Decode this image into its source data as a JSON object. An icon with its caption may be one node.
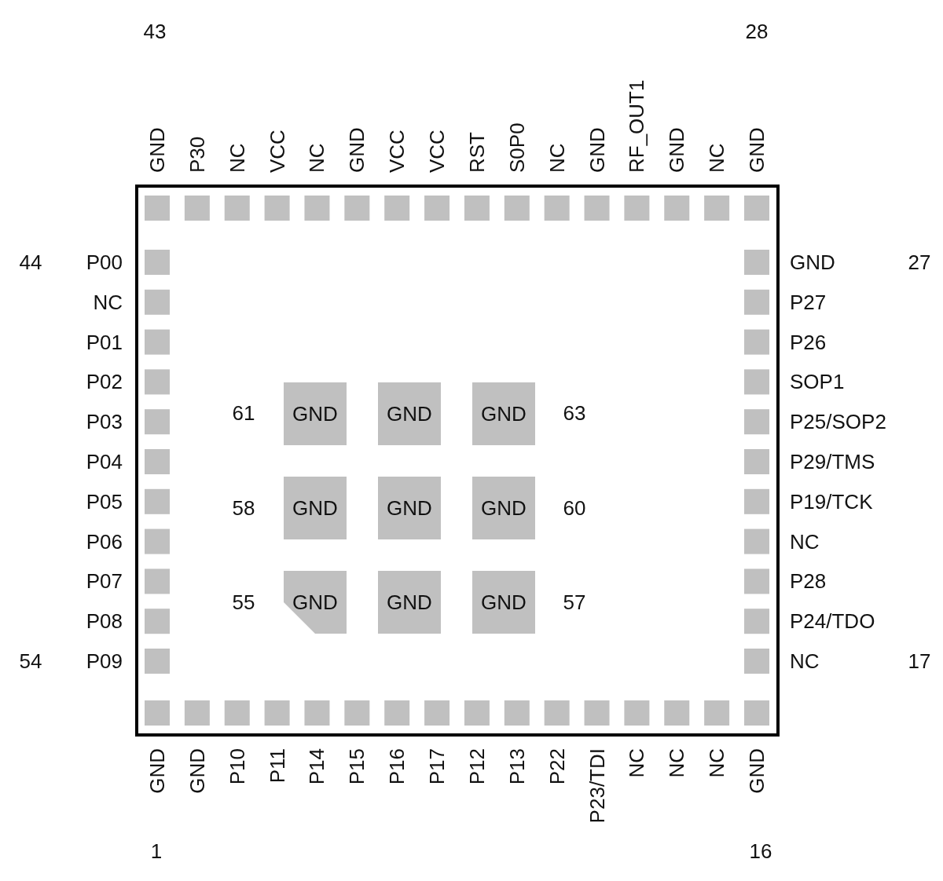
{
  "diagram": {
    "nodes": [
      {
        "text": [],
        "shape": "box"
      },
      {
        "text": [
          "GND"
        ],
        "in": 0
      },
      {
        "text": [
          "GND"
        ],
        "in": 0
      },
      {
        "text": [
          "GND"
        ],
        "in": 0
      },
      {
        "text": [
          "GND"
        ],
        "in": 0
      },
      {
        "text": [
          "GND"
        ],
        "in": 0
      },
      {
        "text": [
          "GND"
        ],
        "in": 0
      },
      {
        "text": [
          "GND"
        ],
        "in": 0
      },
      {
        "text": [
          "GND"
        ],
        "in": 0
      },
      {
        "text": [
          "GND"
        ],
        "in": 0
      }
    ],
    "edges": [],
    "labels": [
      "43",
      "28",
      "GND",
      "P30",
      "NC",
      "VCC",
      "NC",
      "GND",
      "VCC",
      "VCC",
      "RST",
      "S0P0",
      "NC",
      "GND",
      "RF_OUT1",
      "GND",
      "NC",
      "GND",
      "44",
      "P00",
      "GND",
      "27",
      "NC",
      "P27",
      "P01",
      "P26",
      "P02",
      "SOP1",
      "P03",
      "P25/SOP2",
      "P04",
      "P29/TMS",
      "P05",
      "P19/TCK",
      "P06",
      "NC",
      "P07",
      "P28",
      "P08",
      "P24/TDO",
      "54",
      "P09",
      "NC",
      "17",
      "61",
      "63",
      "58",
      "60",
      "55",
      "57",
      "GND",
      "GND",
      "P10",
      "P11",
      "P14",
      "P15",
      "P16",
      "P17",
      "P12",
      "P13",
      "P22",
      "P23/TDI",
      "NC",
      "NC",
      "NC",
      "GND",
      "1",
      "16"
    ]
  }
}
